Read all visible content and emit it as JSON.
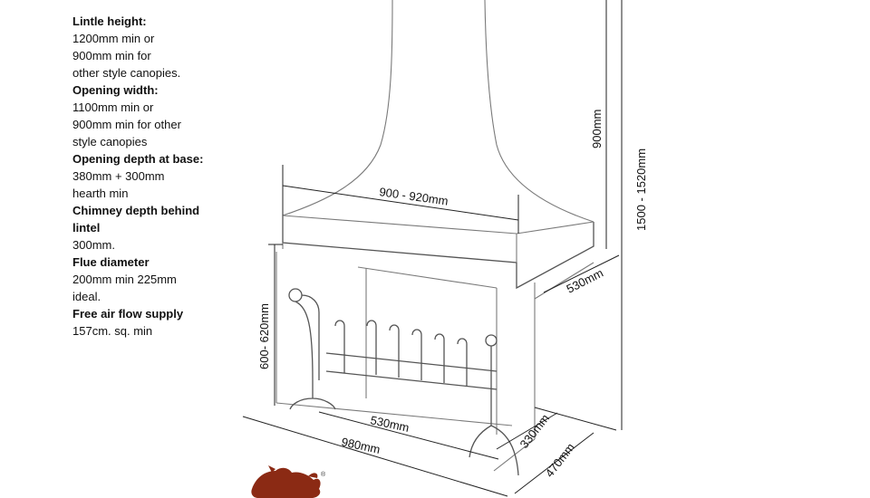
{
  "specs": [
    {
      "label": "Lintle height:",
      "lines": [
        "1200mm  min or",
        "900mm  min for",
        "other style canopies."
      ]
    },
    {
      "label": "Opening width:",
      "lines": [
        "1100mm  min or",
        "900mm  min for other",
        "style canopies"
      ]
    },
    {
      "label": "Opening depth at base:",
      "lines": [
        "380mm + 300mm",
        "hearth min"
      ]
    },
    {
      "label": "Chimney depth behind lintel",
      "lines": [
        "300mm."
      ]
    },
    {
      "label": "Flue diameter",
      "lines": [
        "200mm  min 225mm",
        "ideal."
      ]
    },
    {
      "label": "Free air flow supply",
      "lines": [
        "157cm. sq. min"
      ]
    }
  ],
  "dimensions": {
    "canopy_width": "900 - 920mm",
    "canopy_depth": "530mm",
    "flue_height": "900mm",
    "total_height": "1500 - 1520mm",
    "opening_height": "600- 620mm",
    "inner_width": "530mm",
    "outer_width": "980mm",
    "inner_depth": "330mm",
    "outer_depth": "470mm"
  },
  "colors": {
    "logo": "#8b2a14",
    "outline": "#7a7a7a",
    "text": "#111111"
  },
  "logo": {
    "icon": "lion-logo-icon",
    "mark": "®"
  }
}
